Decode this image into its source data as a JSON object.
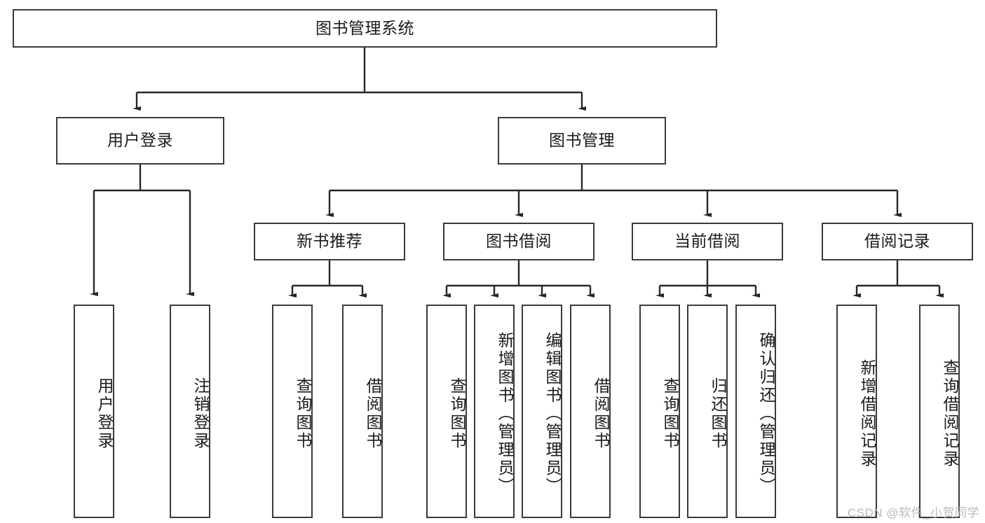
{
  "diagram": {
    "title": "图书管理系统",
    "type": "tree",
    "colors": {
      "box_border": "#3a3a3a",
      "box_fill": "#ffffff",
      "connector": "#262626",
      "text": "#1b1b1b",
      "watermark": "#b9b9b9",
      "background": "#ffffff"
    },
    "root": {
      "label": "图书管理系统"
    },
    "level2": [
      {
        "label": "用户登录"
      },
      {
        "label": "图书管理"
      }
    ],
    "level3": [
      {
        "label": "新书推荐"
      },
      {
        "label": "图书借阅"
      },
      {
        "label": "当前借阅"
      },
      {
        "label": "借阅记录"
      }
    ],
    "leaves": {
      "user_login": [
        {
          "label": "用户登录"
        },
        {
          "label": "注销登录"
        }
      ],
      "new_book": [
        {
          "label": "查询图书"
        },
        {
          "label": "借阅图书"
        }
      ],
      "book_borrow": [
        {
          "label": "查询图书"
        },
        {
          "label": "新增图书（管理员）"
        },
        {
          "label": "编辑图书（管理员）"
        },
        {
          "label": "借阅图书"
        }
      ],
      "current_borrow": [
        {
          "label": "查询图书"
        },
        {
          "label": "归还图书"
        },
        {
          "label": "确认归还（管理员）"
        }
      ],
      "borrow_record": [
        {
          "label": "新增借阅记录"
        },
        {
          "label": "查询借阅记录"
        }
      ]
    }
  },
  "watermark": {
    "text": "CSDN @软件_小贺同学"
  }
}
